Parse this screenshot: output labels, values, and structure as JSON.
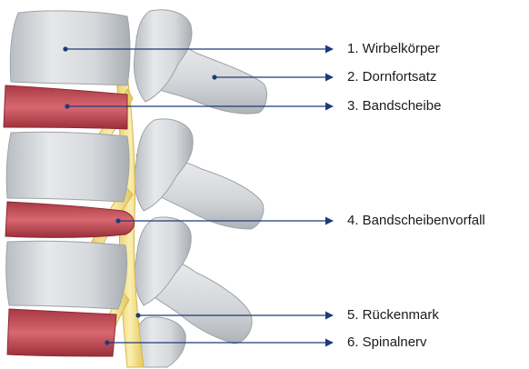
{
  "labels": [
    {
      "id": "wirbelkoerper",
      "text": "1. Wirbelkörper"
    },
    {
      "id": "dornfortsatz",
      "text": "2. Dornfortsatz"
    },
    {
      "id": "bandscheibe",
      "text": "3. Bandscheibe"
    },
    {
      "id": "bandscheibenvorfall",
      "text": "4. Bandscheibenvorfall"
    },
    {
      "id": "rueckenmark",
      "text": "5. Rückenmark"
    },
    {
      "id": "spinalnerv",
      "text": "6. Spinalnerv"
    }
  ],
  "colors": {
    "bone": "#d9dcdf",
    "bone_shadow": "#aeb3b8",
    "disc": "#c8505a",
    "disc_dark": "#8f2a33",
    "nerve": "#f3e08a",
    "arrow": "#1f3a7a"
  }
}
